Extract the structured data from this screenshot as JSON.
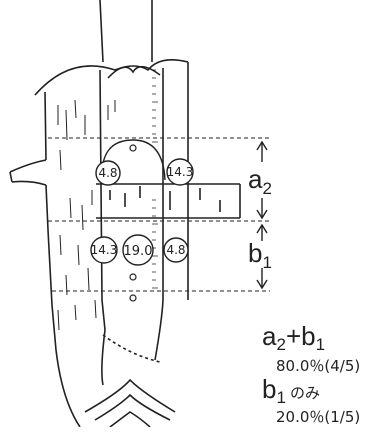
{
  "markers": {
    "upper_left": "4.8",
    "upper_right": "14.3",
    "lower_left": "14.3",
    "lower_center": "19.0",
    "lower_right": "4.8"
  },
  "dimensions": {
    "a2": {
      "letter": "a",
      "sub": "2"
    },
    "b1": {
      "letter": "b",
      "sub": "1"
    }
  },
  "legend": {
    "line1": {
      "a": "a",
      "a_sub": "2",
      "plus": "+",
      "b": "b",
      "b_sub": "1"
    },
    "line1_value": "80.0％",
    "line1_fraction": "(4/5)",
    "line2": {
      "b": "b",
      "b_sub": "1",
      "suffix": "のみ"
    },
    "line2_value": "20.0％",
    "line2_fraction": "(1/5)"
  },
  "colors": {
    "ink": "#222222",
    "background": "#ffffff"
  }
}
